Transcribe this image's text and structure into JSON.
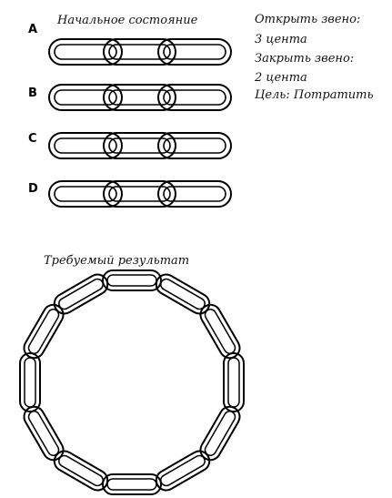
{
  "initial_title": "Начальное состояние",
  "rules": {
    "open_label": "Открыть звено:",
    "open_cost": "3 цента",
    "close_label": "Закрыть звено:",
    "close_cost": "2 цента",
    "goal": "Цель: Потратить"
  },
  "chains": [
    {
      "label": "A"
    },
    {
      "label": "B"
    },
    {
      "label": "C"
    },
    {
      "label": "D"
    }
  ],
  "result_title": "Требуемый результат",
  "ring_link_count": 12,
  "colors": {
    "ink": "#000000",
    "paper": "#ffffff"
  }
}
